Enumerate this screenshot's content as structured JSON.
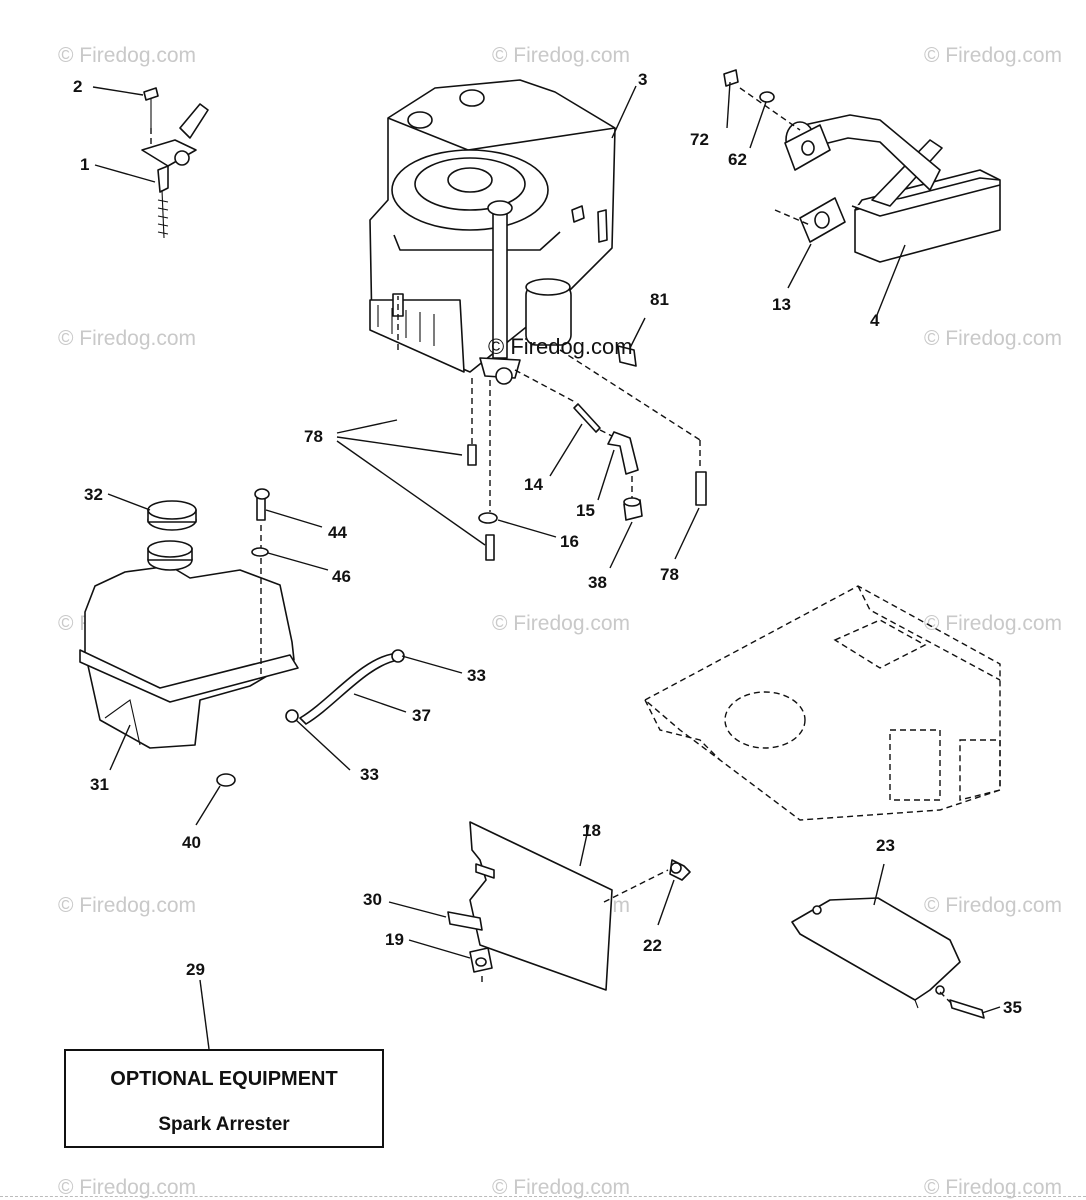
{
  "watermark": "© Firedog.com",
  "center_watermark": "© Firedog.com",
  "callouts": {
    "c1": "1",
    "c2": "2",
    "c3": "3",
    "c4": "4",
    "c13": "13",
    "c14": "14",
    "c15": "15",
    "c16": "16",
    "c18": "18",
    "c19": "19",
    "c22": "22",
    "c23": "23",
    "c29": "29",
    "c30": "30",
    "c31": "31",
    "c32": "32",
    "c33a": "33",
    "c33b": "33",
    "c35": "35",
    "c37": "37",
    "c38": "38",
    "c40": "40",
    "c44": "44",
    "c46": "46",
    "c62": "62",
    "c72": "72",
    "c78a": "78",
    "c78b": "78",
    "c81": "81"
  },
  "optional_box": {
    "title": "OPTIONAL EQUIPMENT",
    "subtitle": "Spark Arrester"
  }
}
